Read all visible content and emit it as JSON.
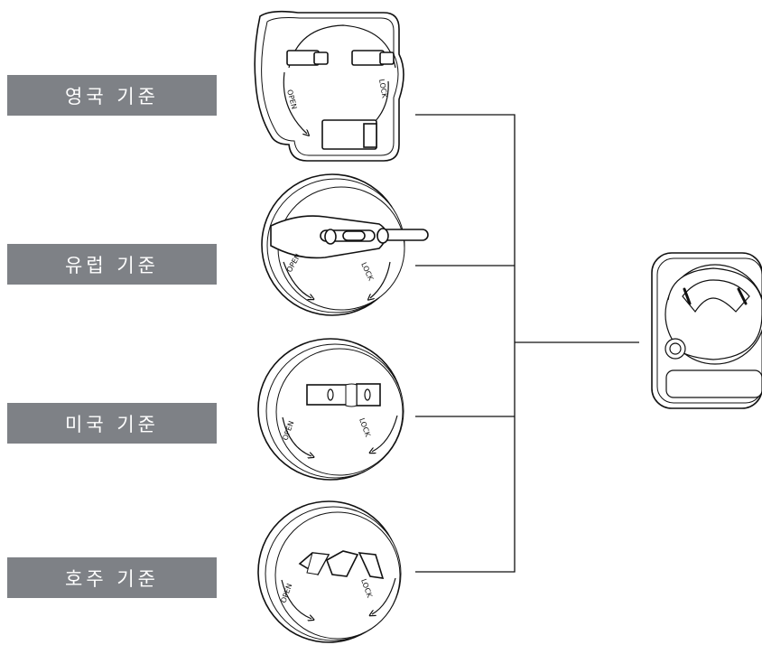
{
  "labels": {
    "uk": "영국 기준",
    "eu": "유럽 기준",
    "us": "미국 기준",
    "au": "호주 기준"
  },
  "plug_markings": {
    "open": "OPEN",
    "lock": "LOCK"
  },
  "colors": {
    "label_background": "#7e8186",
    "label_text": "#ffffff",
    "line": "#111111"
  },
  "icons": [
    "uk-plug-adapter-icon",
    "eu-plug-adapter-icon",
    "us-plug-adapter-icon",
    "au-plug-adapter-icon",
    "power-adapter-base-icon"
  ]
}
